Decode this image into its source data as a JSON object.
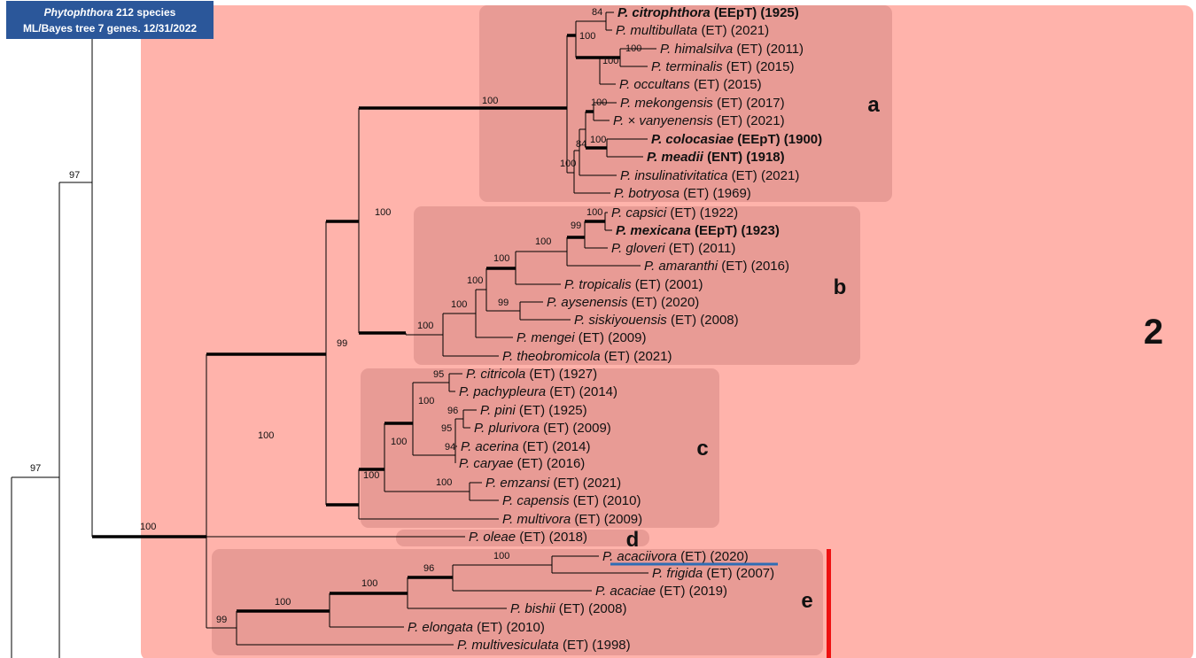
{
  "header": {
    "genus": "Phytophthora",
    "line1_rest": " 212 species",
    "line2": "ML/Bayes tree 7 genes. 12/31/2022"
  },
  "group_label": "2",
  "clades": [
    {
      "id": "a",
      "label": "a"
    },
    {
      "id": "b",
      "label": "b"
    },
    {
      "id": "c",
      "label": "c"
    },
    {
      "id": "d",
      "label": "d"
    },
    {
      "id": "e",
      "label": "e"
    }
  ],
  "taxa": [
    {
      "id": "citrophthora",
      "genus": "P.",
      "epithet": "citrophthora",
      "status": "(EEpT)",
      "year": "(1925)",
      "bold": true
    },
    {
      "id": "multibullata",
      "genus": "P.",
      "epithet": "multibullata",
      "status": "(ET)",
      "year": "(2021)",
      "bold": false
    },
    {
      "id": "himalsilva",
      "genus": "P.",
      "epithet": "himalsilva",
      "status": "(ET)",
      "year": "(2011)",
      "bold": false
    },
    {
      "id": "terminalis",
      "genus": "P.",
      "epithet": "terminalis",
      "status": "(ET)",
      "year": "(2015)",
      "bold": false
    },
    {
      "id": "occultans",
      "genus": "P.",
      "epithet": "occultans",
      "status": "(ET)",
      "year": "(2015)",
      "bold": false
    },
    {
      "id": "mekongensis",
      "genus": "P.",
      "epithet": "mekongensis",
      "status": "(ET)",
      "year": "(2017)",
      "bold": false
    },
    {
      "id": "vanyenensis",
      "genus": "P.",
      "epithet": "× vanyenensis",
      "status": "(ET)",
      "year": "(2021)",
      "bold": false
    },
    {
      "id": "colocasiae",
      "genus": "P.",
      "epithet": "colocasiae",
      "status": "(EEpT)",
      "year": "(1900)",
      "bold": true
    },
    {
      "id": "meadii",
      "genus": "P.",
      "epithet": "meadii",
      "status": "(ENT)",
      "year": "(1918)",
      "bold": true
    },
    {
      "id": "insulinativitatica",
      "genus": "P.",
      "epithet": "insulinativitatica",
      "status": "(ET)",
      "year": "(2021)",
      "bold": false
    },
    {
      "id": "botryosa",
      "genus": "P.",
      "epithet": "botryosa",
      "status": "(ET)",
      "year": "(1969)",
      "bold": false
    },
    {
      "id": "capsici",
      "genus": "P.",
      "epithet": "capsici",
      "status": "(ET)",
      "year": "(1922)",
      "bold": false
    },
    {
      "id": "mexicana",
      "genus": "P.",
      "epithet": "mexicana",
      "status": "(EEpT)",
      "year": "(1923)",
      "bold": true
    },
    {
      "id": "gloveri",
      "genus": "P.",
      "epithet": "gloveri",
      "status": "(ET)",
      "year": "(2011)",
      "bold": false
    },
    {
      "id": "amaranthi",
      "genus": "P.",
      "epithet": "amaranthi",
      "status": "(ET)",
      "year": "(2016)",
      "bold": false
    },
    {
      "id": "tropicalis",
      "genus": "P.",
      "epithet": "tropicalis",
      "status": "(ET)",
      "year": "(2001)",
      "bold": false
    },
    {
      "id": "aysenensis",
      "genus": "P.",
      "epithet": "aysenensis",
      "status": "(ET)",
      "year": "(2020)",
      "bold": false
    },
    {
      "id": "siskiyouensis",
      "genus": "P.",
      "epithet": "siskiyouensis",
      "status": "(ET)",
      "year": "(2008)",
      "bold": false
    },
    {
      "id": "mengei",
      "genus": "P.",
      "epithet": "mengei",
      "status": "(ET)",
      "year": "(2009)",
      "bold": false
    },
    {
      "id": "theobromicola",
      "genus": "P.",
      "epithet": "theobromicola",
      "status": "(ET)",
      "year": "(2021)",
      "bold": false
    },
    {
      "id": "citricola",
      "genus": "P.",
      "epithet": "citricola",
      "status": "(ET)",
      "year": "(1927)",
      "bold": false
    },
    {
      "id": "pachypleura",
      "genus": "P.",
      "epithet": "pachypleura",
      "status": "(ET)",
      "year": "(2014)",
      "bold": false
    },
    {
      "id": "pini",
      "genus": "P.",
      "epithet": "pini",
      "status": "(ET)",
      "year": "(1925)",
      "bold": false
    },
    {
      "id": "plurivora",
      "genus": "P.",
      "epithet": "plurivora",
      "status": "(ET)",
      "year": "(2009)",
      "bold": false
    },
    {
      "id": "acerina",
      "genus": "P.",
      "epithet": "acerina",
      "status": "(ET)",
      "year": "(2014)",
      "bold": false
    },
    {
      "id": "caryae",
      "genus": "P.",
      "epithet": "caryae",
      "status": "(ET)",
      "year": "(2016)",
      "bold": false
    },
    {
      "id": "emzansi",
      "genus": "P.",
      "epithet": "emzansi",
      "status": "(ET)",
      "year": "(2021)",
      "bold": false
    },
    {
      "id": "capensis",
      "genus": "P.",
      "epithet": "capensis",
      "status": "(ET)",
      "year": "(2010)",
      "bold": false
    },
    {
      "id": "multivora",
      "genus": "P.",
      "epithet": "multivora",
      "status": "(ET)",
      "year": "(2009)",
      "bold": false
    },
    {
      "id": "oleae",
      "genus": "P.",
      "epithet": "oleae",
      "status": "(ET)",
      "year": "(2018)",
      "bold": false
    },
    {
      "id": "acaciivora",
      "genus": "P.",
      "epithet": "acaciivora",
      "status": "(ET)",
      "year": "(2020)",
      "bold": false
    },
    {
      "id": "frigida",
      "genus": "P.",
      "epithet": "frigida",
      "status": "(ET)",
      "year": "(2007)",
      "bold": false
    },
    {
      "id": "acaciae",
      "genus": "P.",
      "epithet": "acaciae",
      "status": "(ET)",
      "year": "(2019)",
      "bold": false
    },
    {
      "id": "bishii",
      "genus": "P.",
      "epithet": "bishii",
      "status": "(ET)",
      "year": "(2008)",
      "bold": false
    },
    {
      "id": "elongata",
      "genus": "P.",
      "epithet": "elongata",
      "status": "(ET)",
      "year": "(2010)",
      "bold": false
    },
    {
      "id": "multivesiculata",
      "genus": "P.",
      "epithet": "multivesiculata",
      "status": "(ET)",
      "year": "(1998)",
      "bold": false
    }
  ],
  "support_values": {
    "n_citro": "84",
    "n_himal": "100",
    "n_hterm": "100",
    "n_a1": "100",
    "n_a_root": "100",
    "n_mekong": "100",
    "n_colo": "100",
    "n_colo_meadii": "84",
    "n_a_lower": "100",
    "n_capsici": "100",
    "n_caps_mex": "99",
    "n_b4": "100",
    "n_b3": "100",
    "n_b2": "100",
    "n_ayse": "99",
    "n_b1": "100",
    "n_b_root": "100",
    "n_ab": "100",
    "n_abc": "99",
    "n_citricola": "95",
    "n_pini": "96",
    "n_piniplur": "95",
    "n_acerina": "94",
    "n_c3": "100",
    "n_c2": "100",
    "n_emz": "100",
    "n_c1": "100",
    "n_abcd": "100",
    "n_acac": "100",
    "n_e4": "96",
    "n_e3": "100",
    "n_e2": "100",
    "n_e_root": "99",
    "n_grp": "100",
    "n_root97a": "97",
    "n_root97b": "97"
  },
  "colors": {
    "background": "#ffffff",
    "group_fill": "#ffb3ab",
    "clade_fill": "#e89b95",
    "header_fill": "#2b579a",
    "underline": "#2f6db5",
    "marker": "#ee1111"
  }
}
